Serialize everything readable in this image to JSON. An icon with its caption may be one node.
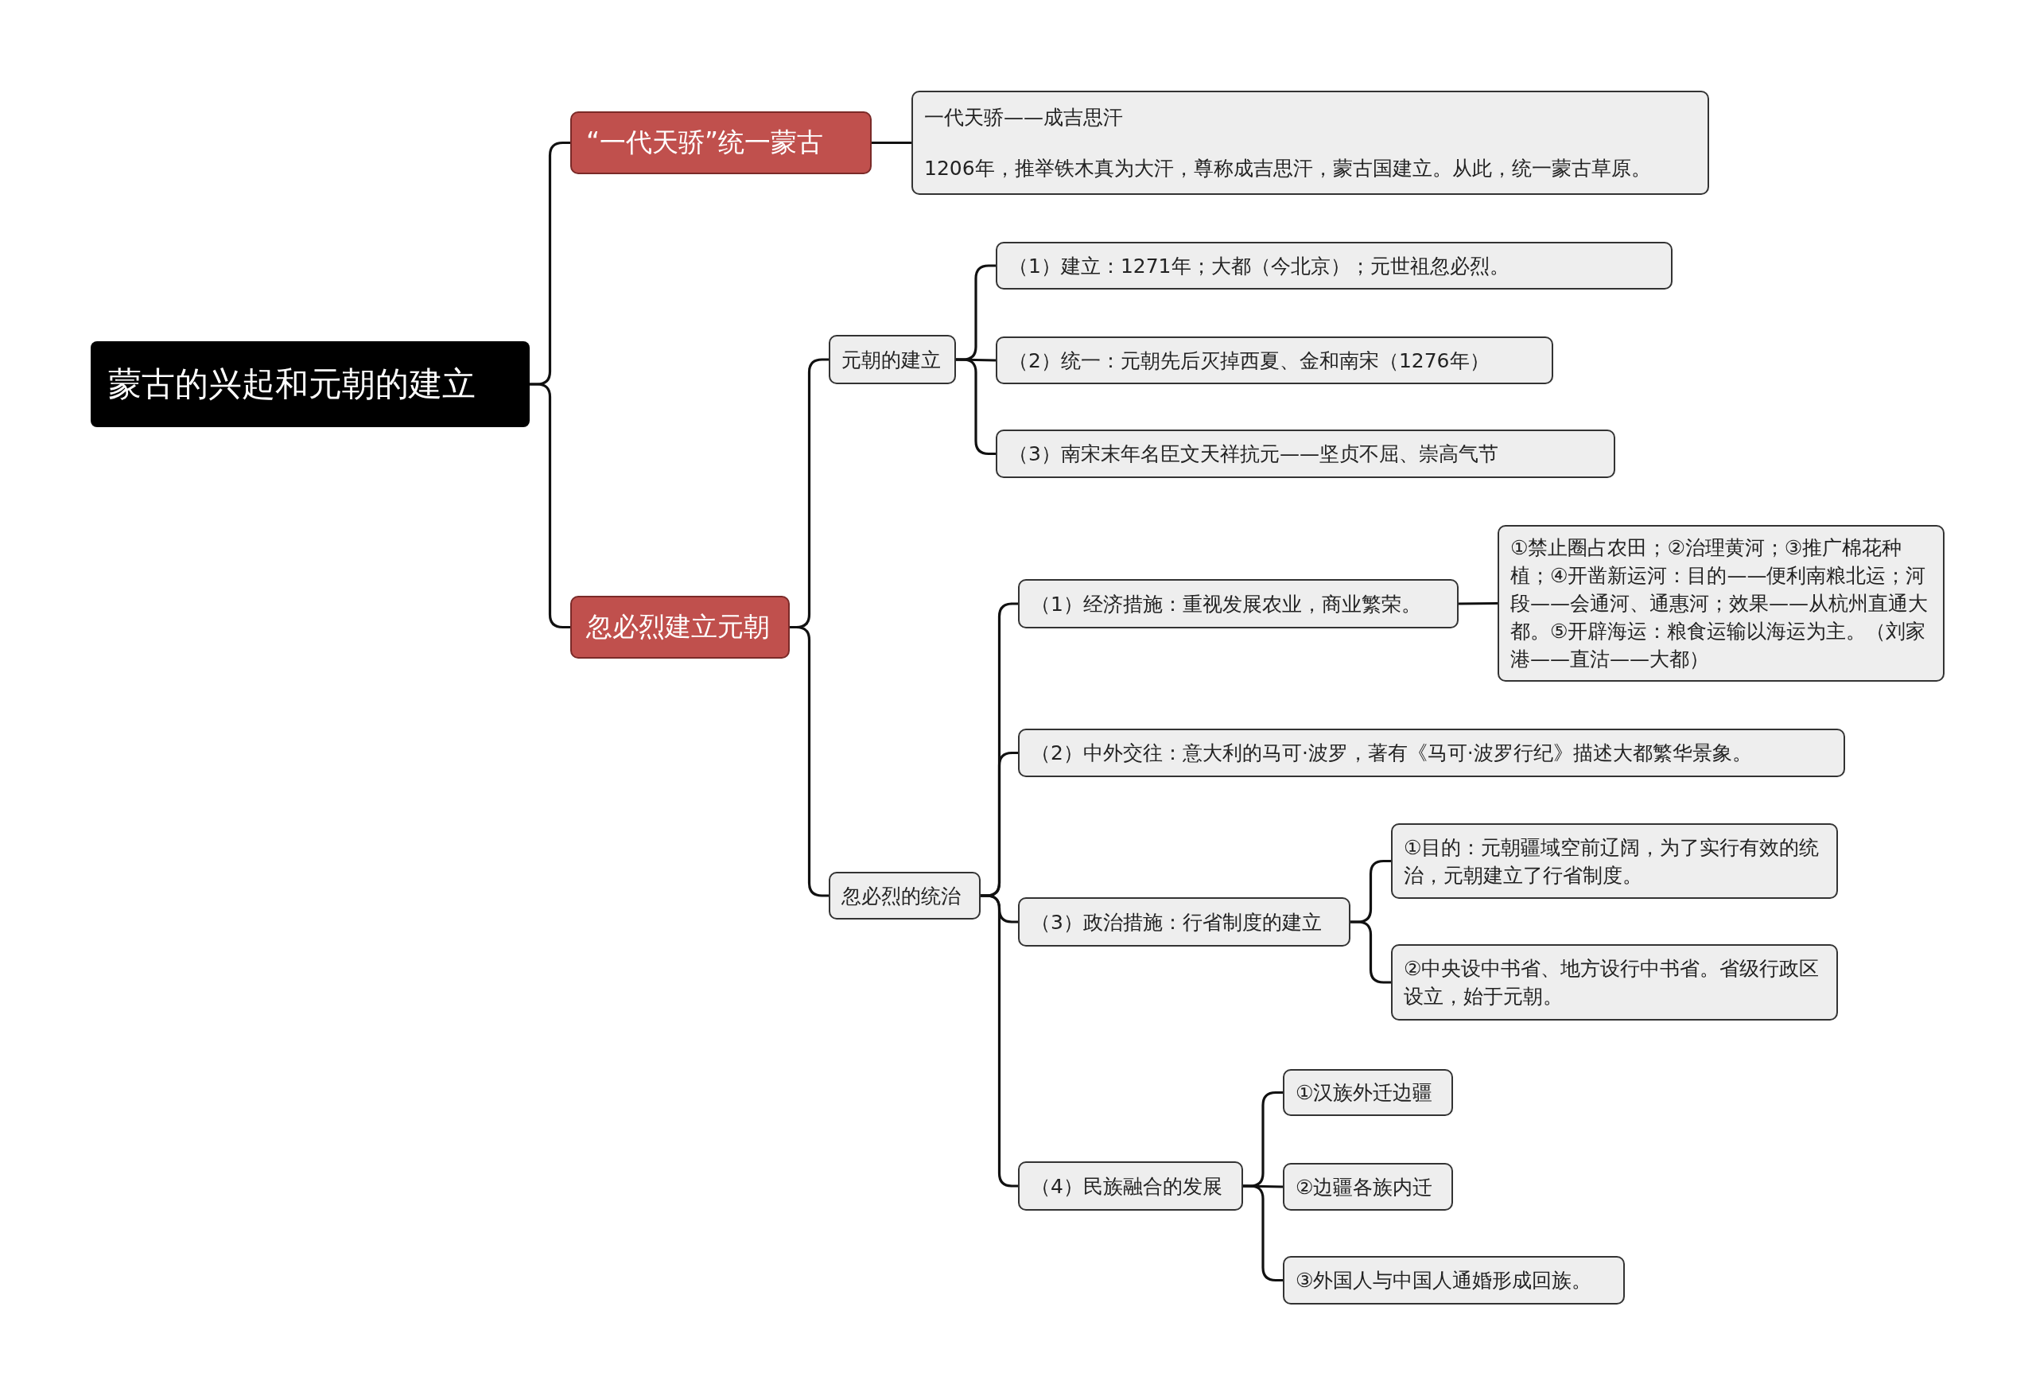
{
  "diagram": {
    "nodes": [
      {
        "text": [
          "蒙古的兴起和元朝的建立"
        ]
      },
      {
        "text": [
          "“一代天骄”统一蒙古"
        ]
      },
      {
        "text": [
          "一代天骄——成吉思汗",
          "1206年，推举铁木真为大汗，尊称成吉思汗，蒙古国建立。从此，统一蒙古草原。"
        ]
      },
      {
        "text": [
          "忽必烈建立元朝"
        ]
      },
      {
        "text": [
          "元朝的建立"
        ]
      },
      {
        "text": [
          "（1）建立：1271年；大都（今北京）；元世祖忽必烈。"
        ]
      },
      {
        "text": [
          "（2）统一：元朝先后灭掉西夏、金和南宋（1276年）"
        ]
      },
      {
        "text": [
          "（3）南宋末年名臣文天祥抗元——坚贞不屈、崇高气节"
        ]
      },
      {
        "text": [
          "忽必烈的统治"
        ]
      },
      {
        "text": [
          "（1）经济措施：重视发展农业，商业繁荣。"
        ]
      },
      {
        "text": [
          "①禁止圈占农田；②治理黄河；③推广棉花种植；④开凿新运河：目的——便利南粮北运；河段——会通河、通惠河；效果——从杭州直通大都。⑤开辟海运：粮食运输以海运为主。（刘家港——直沽——大都）"
        ]
      },
      {
        "text": [
          "（2）中外交往：意大利的马可·波罗，著有《马可·波罗行纪》描述大都繁华景象。"
        ]
      },
      {
        "text": [
          "（3）政治措施：行省制度的建立"
        ]
      },
      {
        "text": [
          "①目的：元朝疆域空前辽阔，为了实行有效的统治，元朝建立了行省制度。"
        ]
      },
      {
        "text": [
          "②中央设中书省、地方设行中书省。省级行政区设立，始于元朝。"
        ]
      },
      {
        "text": [
          "（4）民族融合的发展"
        ]
      },
      {
        "text": [
          "①汉族外迁边疆"
        ]
      },
      {
        "text": [
          "②边疆各族内迁"
        ]
      },
      {
        "text": [
          "③外国人与中国人通婚形成回族。"
        ]
      }
    ],
    "edges": [
      {
        "from": 0,
        "to": 1,
        "arrow": "none"
      },
      {
        "from": 1,
        "to": 2,
        "arrow": "none"
      },
      {
        "from": 0,
        "to": 3,
        "arrow": "none"
      },
      {
        "from": 3,
        "to": 4,
        "arrow": "none"
      },
      {
        "from": 4,
        "to": 5,
        "arrow": "none"
      },
      {
        "from": 4,
        "to": 6,
        "arrow": "none"
      },
      {
        "from": 4,
        "to": 7,
        "arrow": "none"
      },
      {
        "from": 3,
        "to": 8,
        "arrow": "none"
      },
      {
        "from": 8,
        "to": 9,
        "arrow": "none"
      },
      {
        "from": 9,
        "to": 10,
        "arrow": "none"
      },
      {
        "from": 8,
        "to": 11,
        "arrow": "none"
      },
      {
        "from": 8,
        "to": 12,
        "arrow": "none"
      },
      {
        "from": 12,
        "to": 13,
        "arrow": "none"
      },
      {
        "from": 12,
        "to": 14,
        "arrow": "none"
      },
      {
        "from": 8,
        "to": 15,
        "arrow": "none"
      },
      {
        "from": 15,
        "to": 16,
        "arrow": "none"
      },
      {
        "from": 15,
        "to": 17,
        "arrow": "none"
      },
      {
        "from": 15,
        "to": 18,
        "arrow": "none"
      }
    ]
  }
}
